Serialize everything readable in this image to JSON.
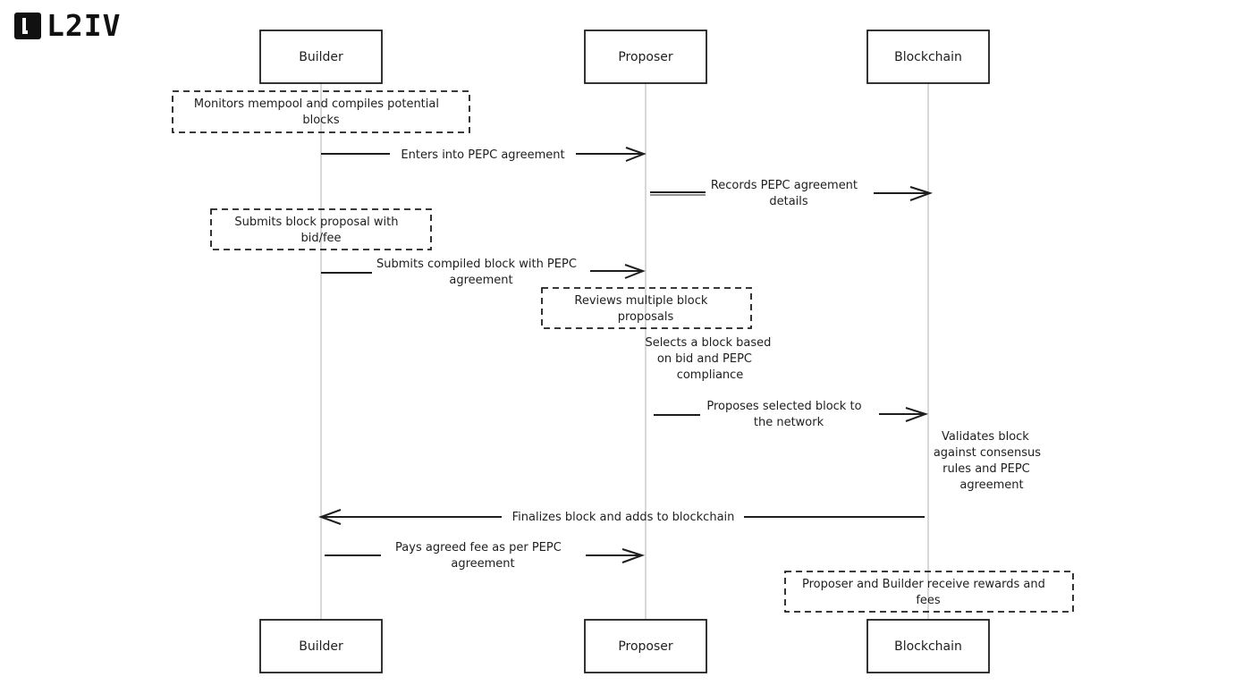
{
  "brand": {
    "name": "L2IV"
  },
  "actors": {
    "builder": "Builder",
    "proposer": "Proposer",
    "blockchain": "Blockchain"
  },
  "notes": {
    "monitors": [
      "Monitors mempool and compiles potential",
      "blocks"
    ],
    "submits_proposal": [
      "Submits block proposal with",
      "bid/fee"
    ],
    "reviews": [
      "Reviews multiple block",
      "proposals"
    ],
    "rewards": [
      "Proposer and Builder receive rewards and",
      "fees"
    ]
  },
  "messages": {
    "enters_pepc": [
      "Enters into PEPC agreement"
    ],
    "records_pepc": [
      "Records PEPC agreement",
      "details"
    ],
    "submits_compiled": [
      "Submits compiled block with PEPC",
      "agreement"
    ],
    "selects_block": [
      "Selects a block based",
      "on bid and PEPC",
      "compliance"
    ],
    "proposes_block": [
      "Proposes selected block to",
      "the network"
    ],
    "validates_block": [
      "Validates block",
      "against consensus",
      "rules and PEPC",
      "agreement"
    ],
    "finalizes_block": [
      "Finalizes block and adds to blockchain"
    ],
    "pays_fee": [
      "Pays agreed fee as per PEPC",
      "agreement"
    ]
  }
}
